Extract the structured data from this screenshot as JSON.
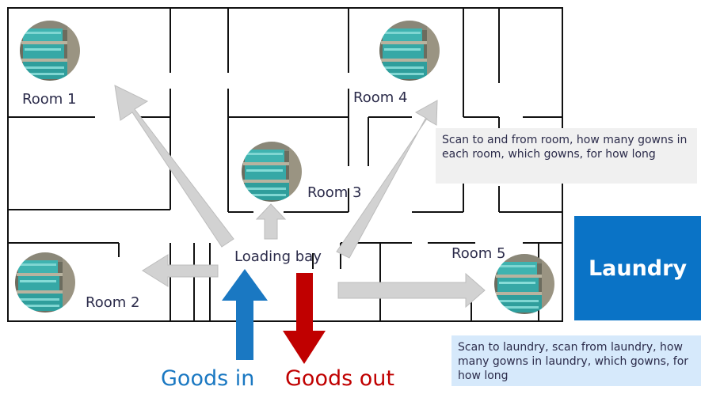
{
  "rooms": {
    "room1": "Room 1",
    "room2": "Room 2",
    "room3": "Room 3",
    "room4": "Room 4",
    "room5": "Room 5",
    "loading_bay": "Loading bay"
  },
  "laundry": {
    "label": "Laundry",
    "color": "#0a73c6"
  },
  "notes": {
    "rooms_note": "Scan to and from room, how many gowns in each room, which gowns, for how long",
    "laundry_note": "Scan to laundry, scan from laundry, how many gowns in laundry, which gowns, for how long"
  },
  "flows": {
    "goods_in": "Goods in",
    "goods_out": "Goods out",
    "goods_in_color": "#1a78c2",
    "goods_out_color": "#c00000"
  },
  "icons": {
    "room_photo": "folded-gowns-shelf-photo",
    "flow_arrow": "grey-arrow"
  }
}
